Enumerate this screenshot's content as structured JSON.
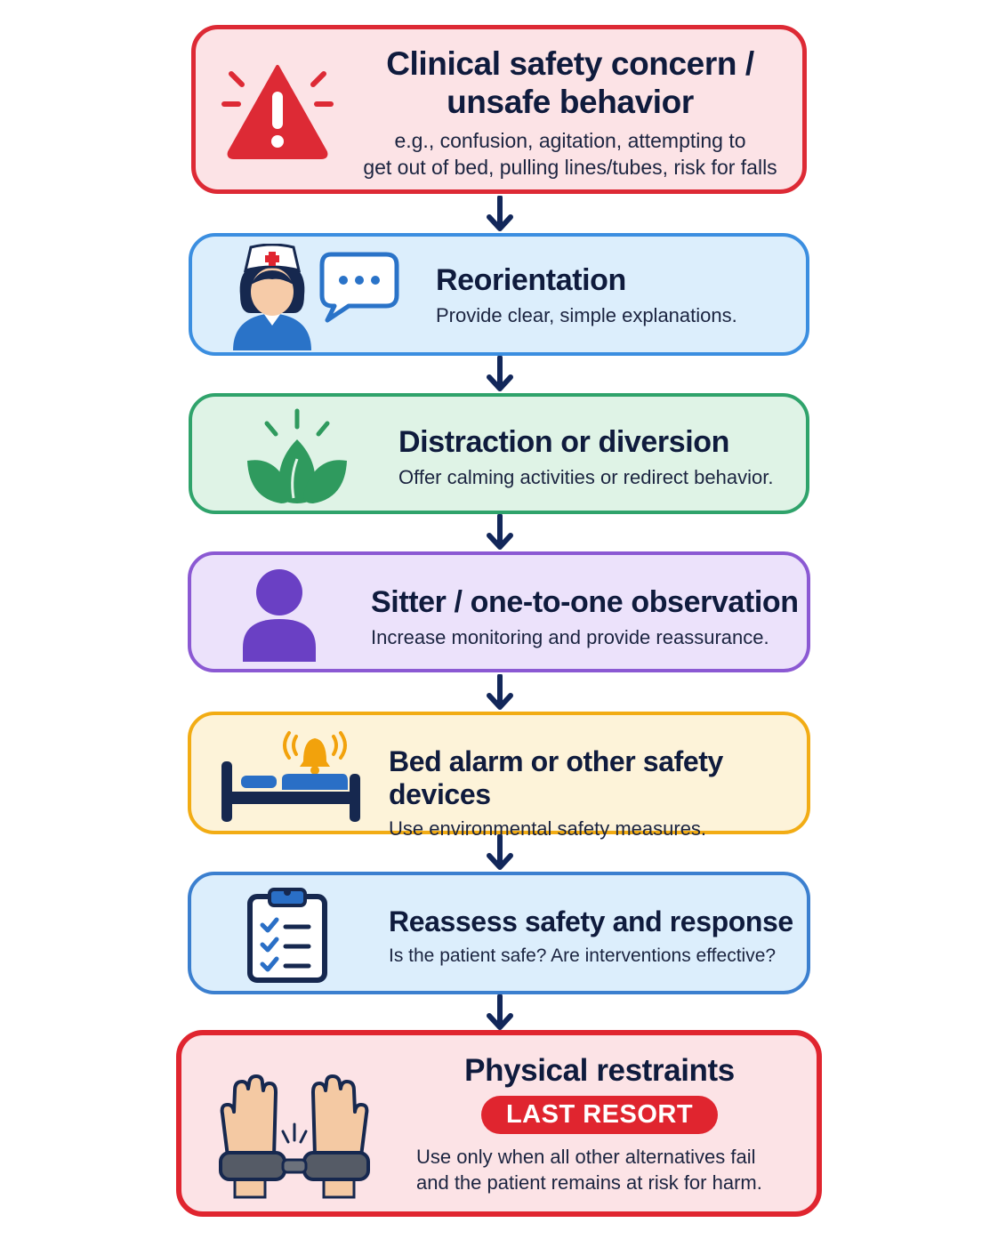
{
  "steps": [
    {
      "title_line1": "Clinical safety concern /",
      "title_line2": "unsafe behavior",
      "desc_line1": "e.g., confusion, agitation, attempting to",
      "desc_line2": "get out of bed, pulling lines/tubes, risk for falls",
      "icon": "warning-icon",
      "border": "#dd2a35",
      "fill": "#fce3e6"
    },
    {
      "title": "Reorientation",
      "desc": "Provide clear, simple explanations.",
      "icon": "nurse-speech-icon",
      "border": "#3b8ee0",
      "fill": "#dceefc"
    },
    {
      "title": "Distraction or diversion",
      "desc": "Offer calming activities or redirect behavior.",
      "icon": "lotus-icon",
      "border": "#2fa36b",
      "fill": "#dff3e6"
    },
    {
      "title": "Sitter / one-to-one observation",
      "desc": "Increase monitoring and provide reassurance.",
      "icon": "person-icon",
      "border": "#8b59d3",
      "fill": "#ece2fb"
    },
    {
      "title": "Bed alarm or other safety devices",
      "desc": "Use environmental safety measures.",
      "icon": "bed-alarm-icon",
      "border": "#f2ac14",
      "fill": "#fdf3d9"
    },
    {
      "title": "Reassess safety and response",
      "desc": "Is the patient safe? Are interventions effective?",
      "icon": "clipboard-checklist-icon",
      "border": "#3b7fcf",
      "fill": "#dceefc"
    },
    {
      "title": "Physical restraints",
      "badge": "LAST RESORT",
      "desc_line1": "Use only when all other alternatives fail",
      "desc_line2": "and the patient remains at risk for harm.",
      "icon": "restrained-hands-icon",
      "border": "#e0252f",
      "fill": "#fce3e6"
    }
  ],
  "colors": {
    "arrow": "#12275a",
    "dark_navy": "#0f1b3d",
    "badge": "#e0252f"
  }
}
